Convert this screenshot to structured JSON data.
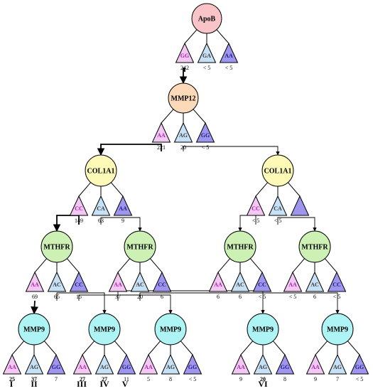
{
  "colors": {
    "apob": "#f9c4c8",
    "mmp12": "#fbd9b9",
    "col1a1": "#fdfab8",
    "mthfr": "#cdf1b5",
    "mmp9": "#aef4f4",
    "pink_tri": "#f2c7f2",
    "blue_tri": "#c6e0f5",
    "purple_tri": "#9e95ef"
  },
  "nodes": [
    {
      "id": "apob",
      "label": "ApoB",
      "color_key": "apob",
      "genotypes": [
        {
          "g": "GG",
          "count": "242",
          "bold": false
        },
        {
          "g": "GA",
          "count": "< 5",
          "bold": false
        },
        {
          "g": "AA",
          "count": "< 5",
          "bold": false
        }
      ]
    },
    {
      "id": "mmp12",
      "label": "MMP12",
      "color_key": "mmp12",
      "genotypes": [
        {
          "g": "AA",
          "count": "221",
          "bold": false
        },
        {
          "g": "AG",
          "count": "20",
          "bold": false
        },
        {
          "g": "GG",
          "count": "< 5",
          "bold": false
        }
      ]
    },
    {
      "id": "col1a1-left",
      "label": "COL1A1",
      "color_key": "col1a1",
      "genotypes": [
        {
          "g": "CC",
          "count": "149",
          "bold": false
        },
        {
          "g": "CA",
          "count": "63",
          "bold": false
        },
        {
          "g": "AA",
          "count": "9",
          "bold": false
        }
      ]
    },
    {
      "id": "col1a1-right",
      "label": "COL1A1",
      "color_key": "col1a1",
      "genotypes": [
        {
          "g": "CC",
          "count": "< 5",
          "bold": false
        },
        {
          "g": "CA",
          "count": "< 5",
          "bold": false
        },
        {
          "g": "",
          "count": "",
          "bold": false
        }
      ]
    },
    {
      "id": "mthfr-1",
      "label": "MTHFR",
      "color_key": "mthfr",
      "genotypes": [
        {
          "g": "AA",
          "count": "69",
          "bold": false
        },
        {
          "g": "AC",
          "count": "65",
          "bold": false
        },
        {
          "g": "CC",
          "count": "15",
          "bold": false
        }
      ]
    },
    {
      "id": "mthfr-2",
      "label": "MTHFR",
      "color_key": "mthfr",
      "genotypes": [
        {
          "g": "AA",
          "count": "37",
          "bold": false
        },
        {
          "g": "AC",
          "count": "20",
          "bold": false
        },
        {
          "g": "CC",
          "count": "6",
          "bold": false
        }
      ]
    },
    {
      "id": "mthfr-3",
      "label": "MTHFR",
      "color_key": "mthfr",
      "genotypes": [
        {
          "g": "AA",
          "count": "6",
          "bold": false
        },
        {
          "g": "AC",
          "count": "6",
          "bold": false
        },
        {
          "g": "CC",
          "count": "< 5",
          "bold": false
        }
      ]
    },
    {
      "id": "mthfr-4",
      "label": "MTHFR",
      "color_key": "mthfr",
      "genotypes": [
        {
          "g": "AA",
          "count": "< 5",
          "bold": false
        },
        {
          "g": "AC",
          "count": "6",
          "bold": false
        },
        {
          "g": "CC",
          "count": "< 5",
          "bold": false
        }
      ]
    },
    {
      "id": "mmp9-1",
      "label": "MMP9",
      "color_key": "mmp9",
      "genotypes": [
        {
          "g": "AA",
          "count": "25",
          "bold": true
        },
        {
          "g": "AG",
          "count": "37",
          "bold": true
        },
        {
          "g": "GG",
          "count": "7",
          "bold": false
        }
      ]
    },
    {
      "id": "mmp9-2",
      "label": "MMP9",
      "color_key": "mmp9",
      "genotypes": [
        {
          "g": "AA",
          "count": "27",
          "bold": true
        },
        {
          "g": "AG",
          "count": "27",
          "bold": true
        },
        {
          "g": "GG",
          "count": "11",
          "bold": false
        }
      ]
    },
    {
      "id": "mmp9-3",
      "label": "MMP9",
      "color_key": "mmp9",
      "genotypes": [
        {
          "g": "AA",
          "count": "5",
          "bold": false
        },
        {
          "g": "AG",
          "count": "8",
          "bold": false
        },
        {
          "g": "GG",
          "count": "< 5",
          "bold": false
        }
      ]
    },
    {
      "id": "mmp9-4",
      "label": "MMP9",
      "color_key": "mmp9",
      "genotypes": [
        {
          "g": "AA",
          "count": "9",
          "bold": false
        },
        {
          "g": "AG",
          "count": "20",
          "bold": true
        },
        {
          "g": "GG",
          "count": "8",
          "bold": false
        }
      ]
    },
    {
      "id": "mmp9-5",
      "label": "MMP9",
      "color_key": "mmp9",
      "genotypes": [
        {
          "g": "AA",
          "count": "9",
          "bold": false
        },
        {
          "g": "AG",
          "count": "7",
          "bold": false
        },
        {
          "g": "GG",
          "count": "< 5",
          "bold": false
        }
      ]
    }
  ],
  "edges": [
    {
      "from": "apob",
      "tri": 0,
      "to": "mmp12",
      "bold": true
    },
    {
      "from": "mmp12",
      "tri": 0,
      "to": "col1a1-left",
      "bold": true
    },
    {
      "from": "mmp12",
      "tri": 1,
      "to": "col1a1-right",
      "bold": false
    },
    {
      "from": "col1a1-left",
      "tri": 0,
      "to": "mthfr-1",
      "bold": true
    },
    {
      "from": "col1a1-left",
      "tri": 1,
      "to": "mthfr-2",
      "bold": false
    },
    {
      "from": "col1a1-right",
      "tri": 0,
      "to": "mthfr-3",
      "bold": false
    },
    {
      "from": "col1a1-right",
      "tri": 1,
      "to": "mthfr-4",
      "bold": false
    },
    {
      "from": "mthfr-1",
      "tri": 0,
      "to": "mmp9-1",
      "bold": true
    },
    {
      "from": "mthfr-1",
      "tri": 1,
      "to": "mmp9-2",
      "bold": false
    },
    {
      "from": "mthfr-1",
      "tri": 2,
      "to": "mmp9-3",
      "bold": false
    },
    {
      "from": "mthfr-2",
      "tri": 0,
      "to": "mmp9-4",
      "bold": false
    },
    {
      "from": "mthfr-2",
      "tri": 1,
      "to": "mmp9-5",
      "bold": false
    }
  ],
  "roman_labels": [
    "I",
    "II",
    "III",
    "IV",
    "V",
    "VI"
  ]
}
